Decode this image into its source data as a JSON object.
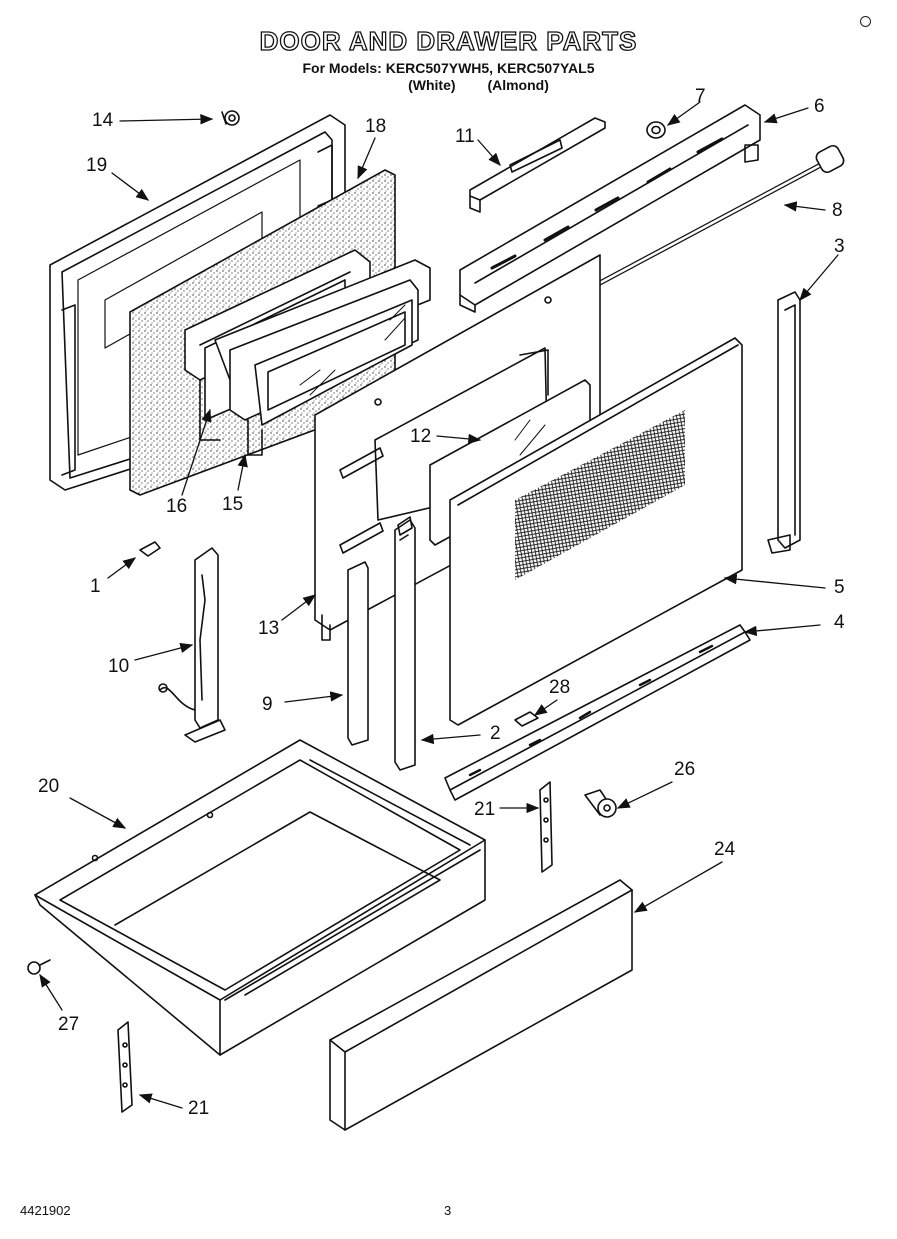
{
  "title": "DOOR AND DRAWER PARTS",
  "models_line": "For Models: KERC507YWH5, KERC507YAL5",
  "color_white": "(White)",
  "color_almond": "(Almond)",
  "callouts": [
    "14",
    "19",
    "18",
    "11",
    "7",
    "6",
    "8",
    "3",
    "16",
    "15",
    "12",
    "1",
    "13",
    "5",
    "10",
    "4",
    "9",
    "28",
    "2",
    "20",
    "21",
    "26",
    "24",
    "27",
    "21"
  ],
  "footer_code": "4421902",
  "page_number": "3"
}
